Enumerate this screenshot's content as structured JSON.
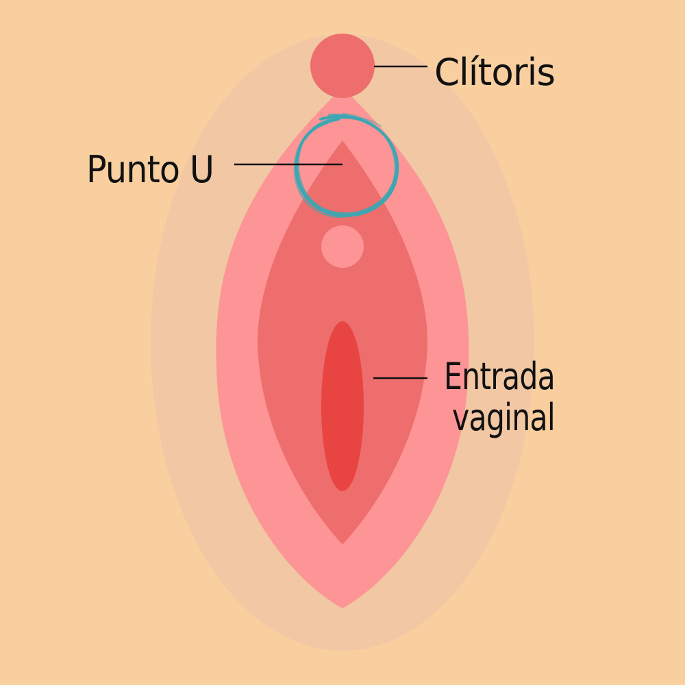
{
  "labels": {
    "clitoris": "Clítoris",
    "punto_u": "Punto U",
    "entrada_line1": "Entrada",
    "entrada_line2": "vaginal"
  },
  "colors": {
    "background": "#f9cfa0",
    "outer_halo": "#f1c7a4",
    "labia_outer": "#fd9495",
    "labia_inner": "#ed6e6d",
    "clitoris": "#ed6e6d",
    "urethra": "#fd9495",
    "vaginal_opening": "#e84542",
    "highlight_ring": "#3aa7b3",
    "leader_line": "#111111"
  },
  "icons": {
    "highlight": "hand-drawn-circle"
  }
}
